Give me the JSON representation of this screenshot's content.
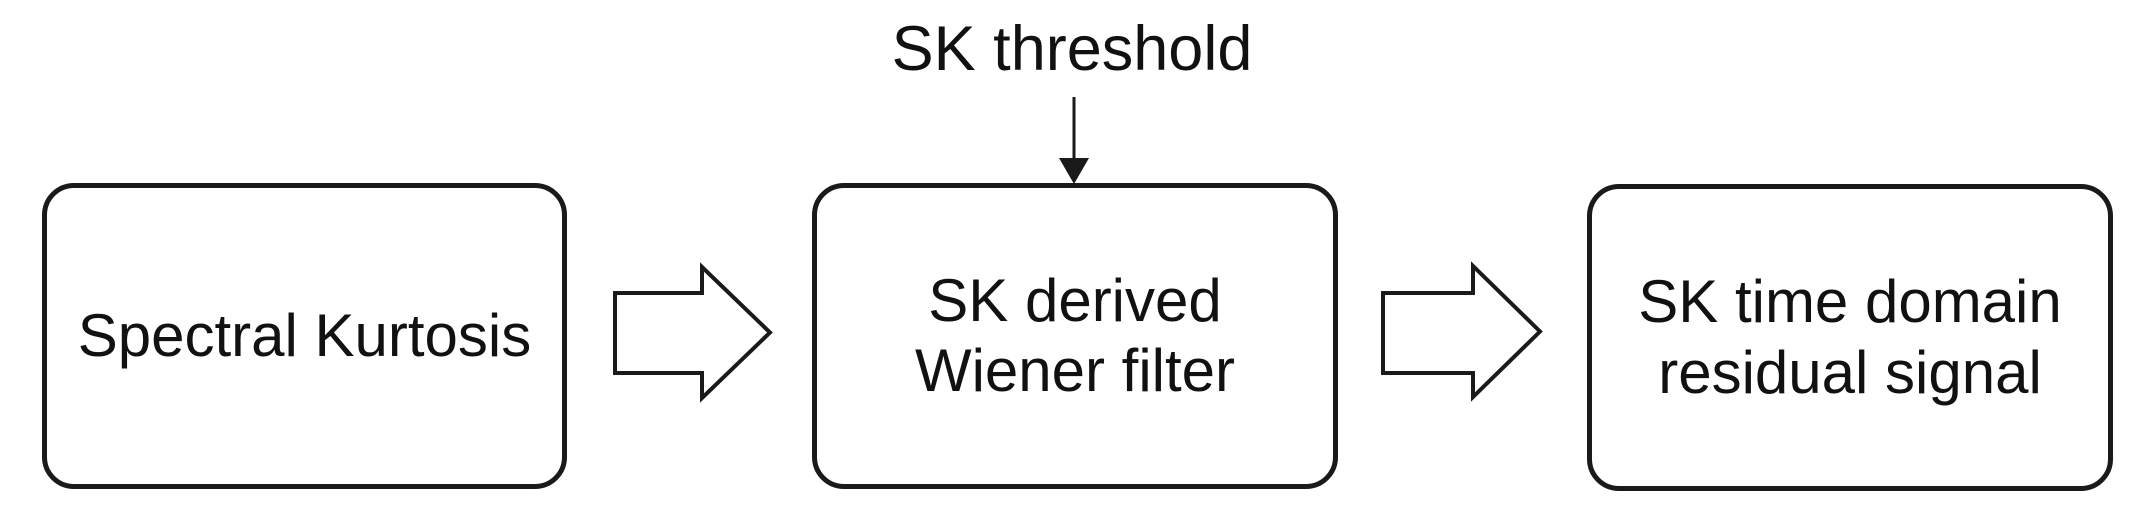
{
  "diagram": {
    "type": "flowchart",
    "background": "#ffffff",
    "colors": {
      "node_stroke": "#1a1a1a",
      "node_fill": "#ffffff",
      "text": "#111111",
      "arrow_outline": "#1a1a1a",
      "arrow_fill": "#ffffff"
    },
    "nodes": [
      {
        "id": "spectral-kurtosis",
        "label": "Spectral Kurtosis",
        "line1": "Spectral Kurtosis",
        "line2": ""
      },
      {
        "id": "sk-derived-wiener-filter",
        "label": "SK derived Wiener filter",
        "line1": "SK derived",
        "line2": "Wiener filter"
      },
      {
        "id": "sk-time-domain-residual-signal",
        "label": "SK time domain residual signal",
        "line1": "SK time domain",
        "line2": "residual signal"
      }
    ],
    "annotation": {
      "label": "SK threshold",
      "points_to": "sk-derived-wiener-filter"
    },
    "edges": [
      {
        "from": "spectral-kurtosis",
        "to": "sk-derived-wiener-filter",
        "style": "block-arrow-right"
      },
      {
        "from": "sk-derived-wiener-filter",
        "to": "sk-time-domain-residual-signal",
        "style": "block-arrow-right"
      },
      {
        "from": "SK threshold",
        "to": "sk-derived-wiener-filter",
        "style": "thin-arrow-down"
      }
    ]
  }
}
